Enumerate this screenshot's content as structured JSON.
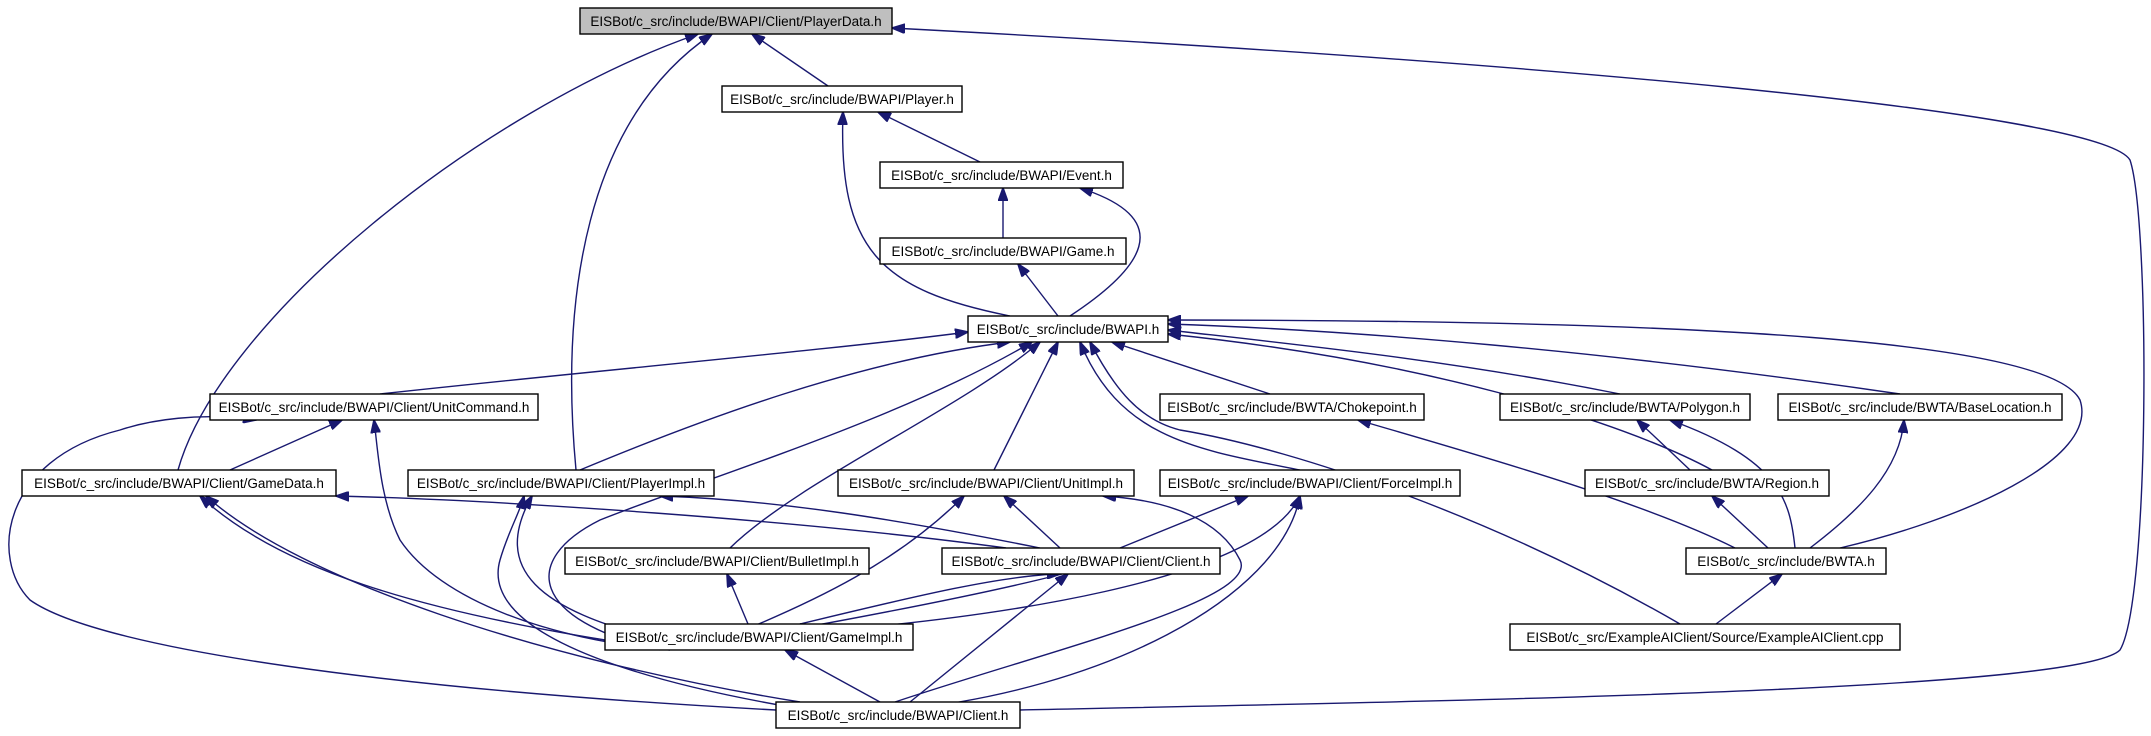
{
  "diagram": {
    "type": "include-dependency-graph",
    "colors": {
      "edge": "#191970",
      "focus_fill": "#bfbfbf",
      "node_fill": "#ffffff",
      "node_stroke": "#000000"
    },
    "nodes": [
      {
        "id": "playerdata",
        "label": "EISBot/c_src/include/BWAPI/Client/PlayerData.h",
        "focus": true
      },
      {
        "id": "player",
        "label": "EISBot/c_src/include/BWAPI/Player.h"
      },
      {
        "id": "event",
        "label": "EISBot/c_src/include/BWAPI/Event.h"
      },
      {
        "id": "game",
        "label": "EISBot/c_src/include/BWAPI/Game.h"
      },
      {
        "id": "bwapi",
        "label": "EISBot/c_src/include/BWAPI.h"
      },
      {
        "id": "unitcommand",
        "label": "EISBot/c_src/include/BWAPI/Client/UnitCommand.h"
      },
      {
        "id": "chokepoint",
        "label": "EISBot/c_src/include/BWTA/Chokepoint.h"
      },
      {
        "id": "polygon",
        "label": "EISBot/c_src/include/BWTA/Polygon.h"
      },
      {
        "id": "baselocation",
        "label": "EISBot/c_src/include/BWTA/BaseLocation.h"
      },
      {
        "id": "gamedata",
        "label": "EISBot/c_src/include/BWAPI/Client/GameData.h"
      },
      {
        "id": "playerimpl",
        "label": "EISBot/c_src/include/BWAPI/Client/PlayerImpl.h"
      },
      {
        "id": "unitimpl",
        "label": "EISBot/c_src/include/BWAPI/Client/UnitImpl.h"
      },
      {
        "id": "forceimpl",
        "label": "EISBot/c_src/include/BWAPI/Client/ForceImpl.h"
      },
      {
        "id": "region",
        "label": "EISBot/c_src/include/BWTA/Region.h"
      },
      {
        "id": "bulletimpl",
        "label": "EISBot/c_src/include/BWAPI/Client/BulletImpl.h"
      },
      {
        "id": "client_h",
        "label": "EISBot/c_src/include/BWAPI/Client/Client.h"
      },
      {
        "id": "bwta",
        "label": "EISBot/c_src/include/BWTA.h"
      },
      {
        "id": "gameimpl",
        "label": "EISBot/c_src/include/BWAPI/Client/GameImpl.h"
      },
      {
        "id": "exampleai",
        "label": "EISBot/c_src/ExampleAIClient/Source/ExampleAIClient.cpp"
      },
      {
        "id": "bwapiclient",
        "label": "EISBot/c_src/include/BWAPI/Client.h"
      }
    ],
    "edges": [
      {
        "from": "player",
        "to": "playerdata"
      },
      {
        "from": "gamedata",
        "to": "playerdata"
      },
      {
        "from": "playerimpl",
        "to": "playerdata"
      },
      {
        "from": "bwapiclient",
        "to": "playerdata"
      },
      {
        "from": "event",
        "to": "player"
      },
      {
        "from": "bwapi",
        "to": "player"
      },
      {
        "from": "game",
        "to": "event"
      },
      {
        "from": "bwapi",
        "to": "event"
      },
      {
        "from": "bwapi",
        "to": "game"
      },
      {
        "from": "unitcommand",
        "to": "bwapi"
      },
      {
        "from": "playerimpl",
        "to": "bwapi"
      },
      {
        "from": "gameimpl",
        "to": "bwapi"
      },
      {
        "from": "bulletimpl",
        "to": "bwapi"
      },
      {
        "from": "unitimpl",
        "to": "bwapi"
      },
      {
        "from": "forceimpl",
        "to": "bwapi"
      },
      {
        "from": "exampleai",
        "to": "bwapi"
      },
      {
        "from": "chokepoint",
        "to": "bwapi"
      },
      {
        "from": "region",
        "to": "bwapi"
      },
      {
        "from": "polygon",
        "to": "bwapi"
      },
      {
        "from": "baselocation",
        "to": "bwapi"
      },
      {
        "from": "bwta",
        "to": "bwapi"
      },
      {
        "from": "gamedata",
        "to": "unitcommand"
      },
      {
        "from": "gameimpl",
        "to": "unitcommand"
      },
      {
        "from": "bwapiclient",
        "to": "unitcommand"
      },
      {
        "from": "client_h",
        "to": "gamedata"
      },
      {
        "from": "gameimpl",
        "to": "gamedata"
      },
      {
        "from": "bwapiclient",
        "to": "gamedata"
      },
      {
        "from": "client_h",
        "to": "playerimpl"
      },
      {
        "from": "gameimpl",
        "to": "playerimpl"
      },
      {
        "from": "bwapiclient",
        "to": "playerimpl"
      },
      {
        "from": "client_h",
        "to": "unitimpl"
      },
      {
        "from": "gameimpl",
        "to": "unitimpl"
      },
      {
        "from": "bwapiclient",
        "to": "unitimpl"
      },
      {
        "from": "client_h",
        "to": "forceimpl"
      },
      {
        "from": "gameimpl",
        "to": "forceimpl"
      },
      {
        "from": "bwapiclient",
        "to": "forceimpl"
      },
      {
        "from": "gameimpl",
        "to": "bulletimpl"
      },
      {
        "from": "gameimpl",
        "to": "client_h"
      },
      {
        "from": "client_h",
        "to": "gameimpl"
      },
      {
        "from": "bwapiclient",
        "to": "client_h"
      },
      {
        "from": "bwapiclient",
        "to": "gameimpl"
      },
      {
        "from": "bwta",
        "to": "chokepoint"
      },
      {
        "from": "region",
        "to": "polygon"
      },
      {
        "from": "bwta",
        "to": "polygon"
      },
      {
        "from": "bwta",
        "to": "region"
      },
      {
        "from": "bwta",
        "to": "baselocation"
      },
      {
        "from": "exampleai",
        "to": "bwta"
      }
    ]
  }
}
